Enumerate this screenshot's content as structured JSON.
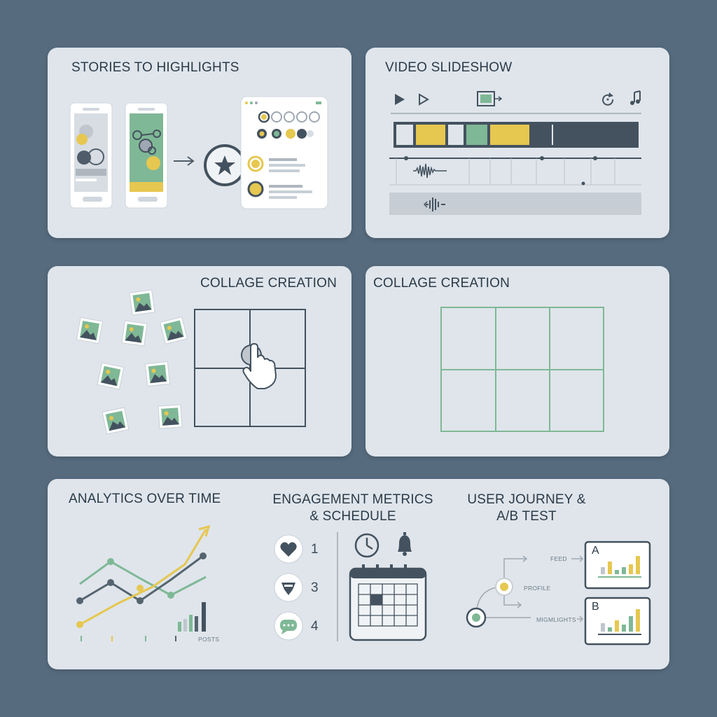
{
  "panels": {
    "stories": {
      "title": "STORIES TO HIGHLIGHTS"
    },
    "video": {
      "title": "VIDEO SLIDESHOW"
    },
    "collage_left": {
      "title": "COLLAGE CREATION"
    },
    "collage_right": {
      "title": "COLLAGE CREATION"
    },
    "analytics": {
      "title": "ANALYTICS OVER TIME",
      "posts_label": "POSTS"
    },
    "engagement": {
      "title_line1": "ENGAGEMENT METRICS",
      "title_line2": "& SCHEDULE",
      "metrics": [
        {
          "icon": "heart-icon",
          "count": "1"
        },
        {
          "icon": "share-icon",
          "count": "3"
        },
        {
          "icon": "comment-icon",
          "count": "4"
        }
      ]
    },
    "journey": {
      "title_line1": "USER JOURNEY &",
      "title_line2": "A/B TEST",
      "nodes": {
        "feed": "FEED",
        "profile": "PROFILE",
        "highlights": "MIGMLIGHTS"
      },
      "variant_a": "A",
      "variant_b": "B"
    }
  },
  "colors": {
    "background": "#566b7e",
    "panel": "#dfe5eb",
    "yellow": "#e6c74f",
    "green": "#7fb896",
    "dark": "#44525f"
  }
}
